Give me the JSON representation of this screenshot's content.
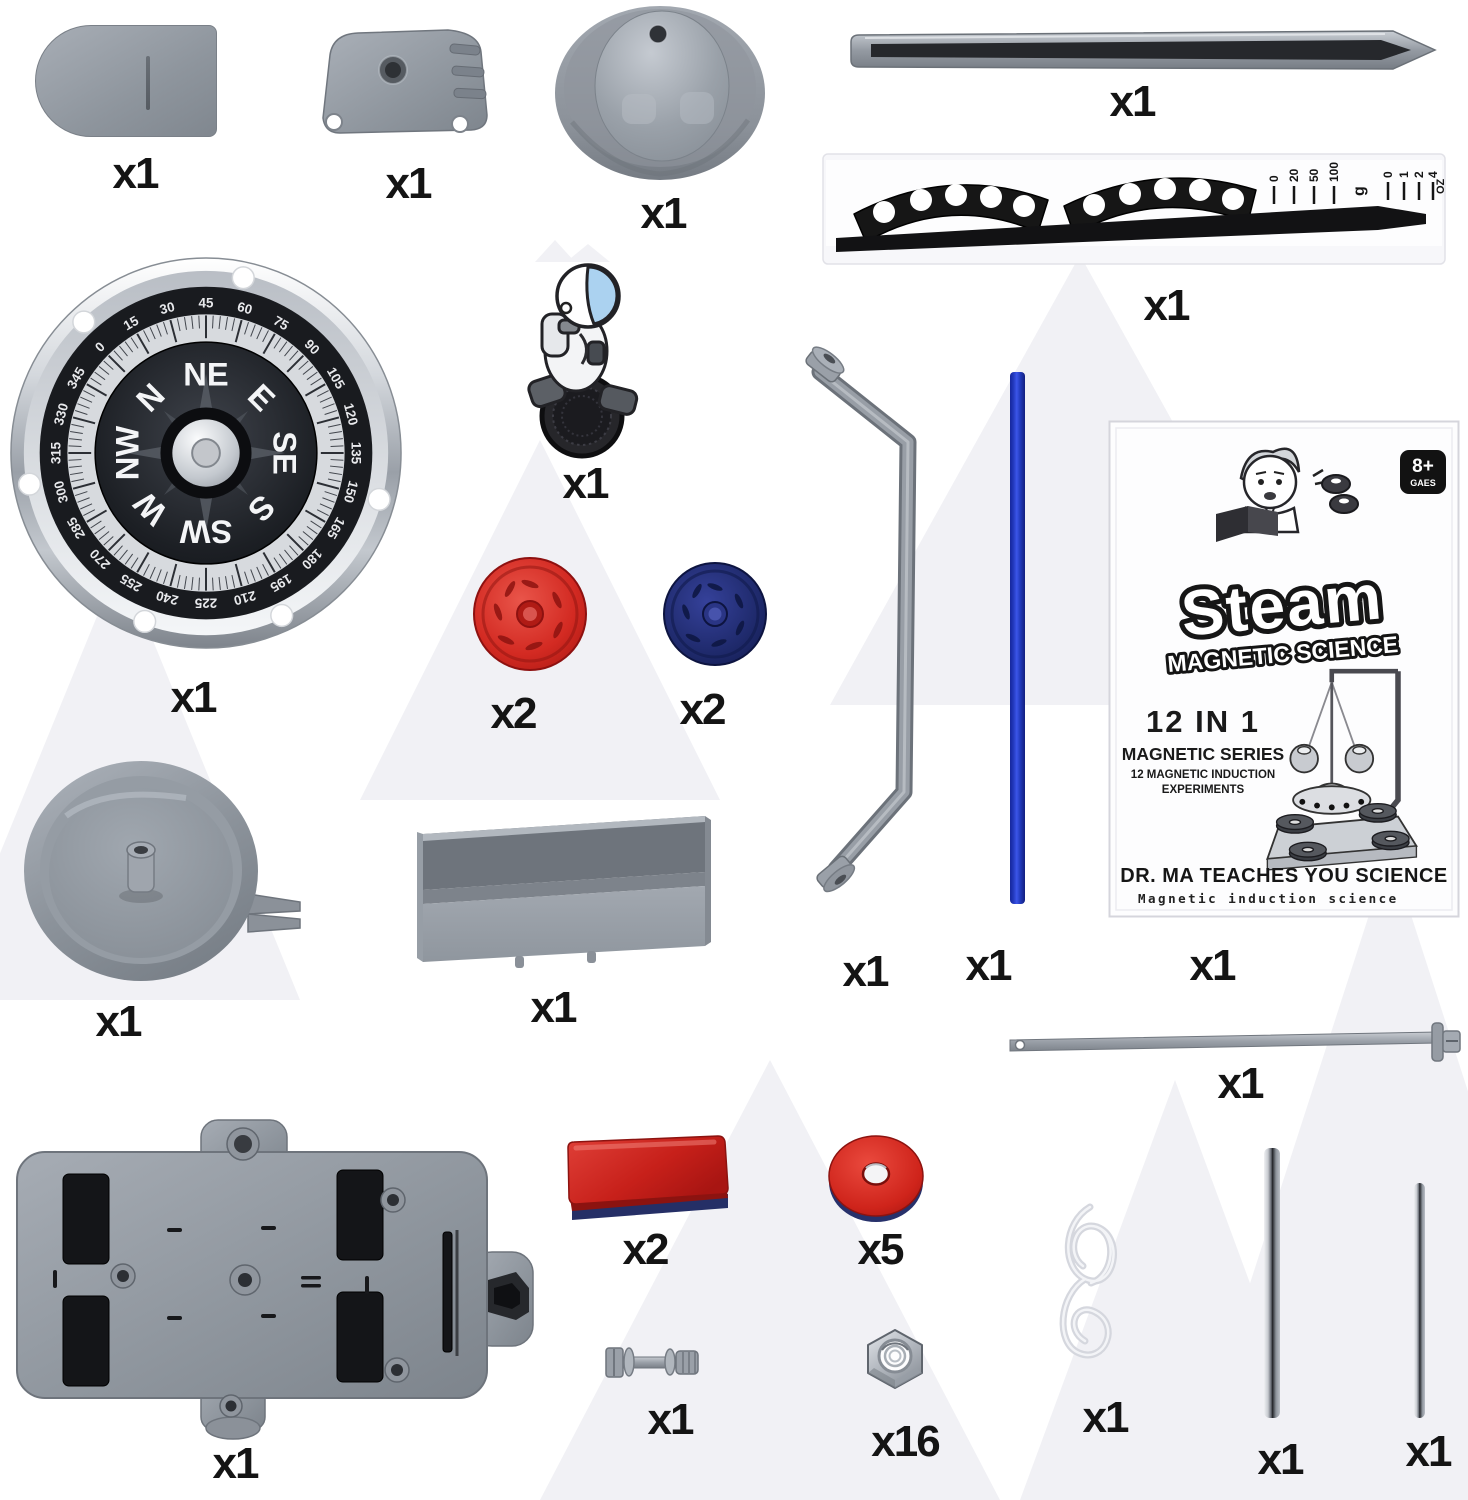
{
  "page": {
    "description": "STEAM magnetic science kit parts layout"
  },
  "colors": {
    "plastic_gray": "#99a0a8",
    "disc_red": "#d32a22",
    "disc_blue": "#202b6e",
    "magnet_red": "#d92b1f",
    "magnet_blue": "#2a3474",
    "straw_blue": "#2840cf",
    "dial_black": "#17191d",
    "watermark": "#f1f1f5"
  },
  "parts": [
    {
      "name": "End cap plate",
      "qty": "x1"
    },
    {
      "name": "Cover shell",
      "qty": "x1"
    },
    {
      "name": "Bell dome",
      "qty": "x1"
    },
    {
      "name": "Pointer bar",
      "qty": "x1"
    },
    {
      "name": "Sticker sheet",
      "qty": "x1"
    },
    {
      "name": "Compass",
      "qty": "x1"
    },
    {
      "name": "Astronaut figure",
      "qty": "x1"
    },
    {
      "name": "Red spinner disc",
      "qty": "x2"
    },
    {
      "name": "Blue spinner disc",
      "qty": "x2"
    },
    {
      "name": "Support arm",
      "qty": "x1"
    },
    {
      "name": "Blue straw",
      "qty": "x1"
    },
    {
      "name": "Instruction booklet",
      "qty": "x1"
    },
    {
      "name": "Pulley dish",
      "qty": "x1"
    },
    {
      "name": "Tray box",
      "qty": "x1"
    },
    {
      "name": "Link rod",
      "qty": "x1"
    },
    {
      "name": "Base plate",
      "qty": "x1"
    },
    {
      "name": "Bar magnet",
      "qty": "x2"
    },
    {
      "name": "Ring magnet",
      "qty": "x5"
    },
    {
      "name": "Axle bolt",
      "qty": "x1"
    },
    {
      "name": "Hex nut",
      "qty": "x16"
    },
    {
      "name": "String",
      "qty": "x1"
    },
    {
      "name": "Metal rod long",
      "qty": "x1"
    },
    {
      "name": "Metal rod short",
      "qty": "x1"
    }
  ],
  "compass": {
    "directions": [
      "N",
      "NE",
      "E",
      "SE",
      "S",
      "SW",
      "W",
      "NW"
    ],
    "degrees": [
      "0",
      "15",
      "30",
      "45",
      "60",
      "75",
      "90",
      "105",
      "120",
      "135",
      "150",
      "165",
      "180",
      "195",
      "210",
      "225",
      "240",
      "255",
      "270",
      "285",
      "300",
      "315",
      "330",
      "345"
    ]
  },
  "sticker_sheet": {
    "scale_g": [
      "0",
      "20",
      "50",
      "100"
    ],
    "unit_g": "g",
    "scale_oz": [
      "0",
      "1",
      "2",
      "4"
    ],
    "unit_oz": "OZ"
  },
  "booklet": {
    "age_badge": "8+",
    "age_badge_sub": "GAES",
    "title": "Steam",
    "subtitle": "MAGNETIC SCIENCE",
    "kit_count": "12 IN 1",
    "series": "MAGNETIC SERIES",
    "desc_line1": "12 MAGNETIC INDUCTION",
    "desc_line2": "EXPERIMENTS",
    "tagline": "DR. MA TEACHES YOU SCIENCE",
    "tagline_sub": "Magnetic induction science"
  }
}
